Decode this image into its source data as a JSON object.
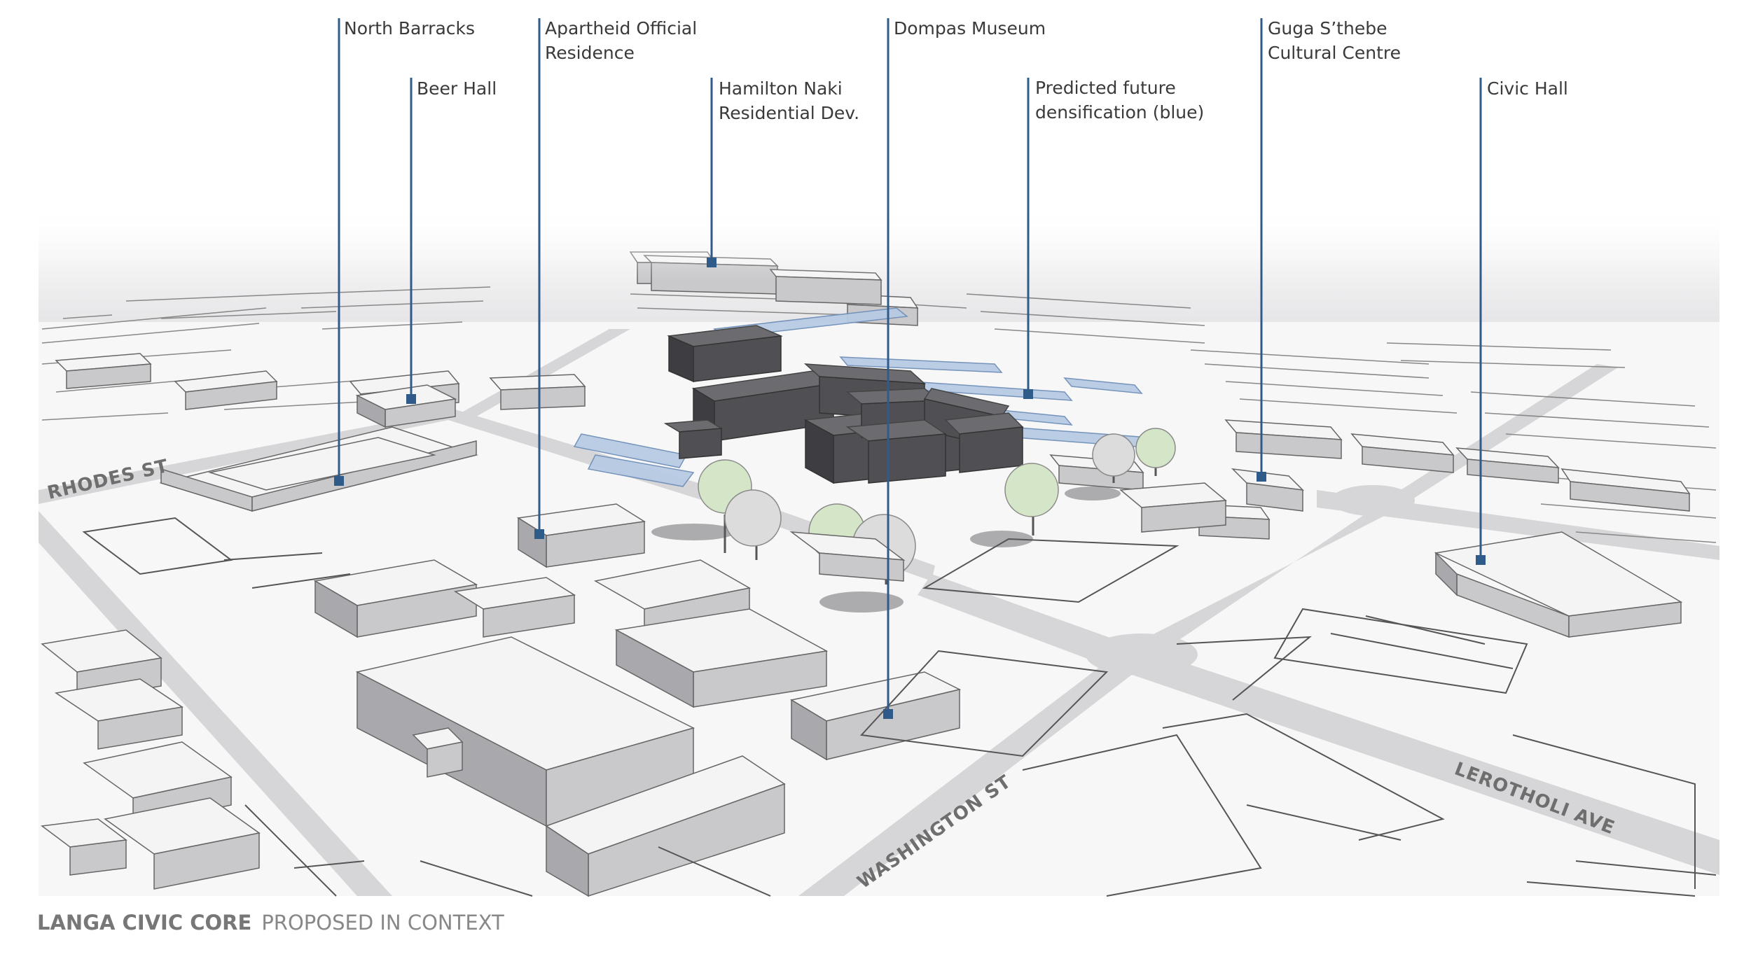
{
  "caption": {
    "title": "LANGA CIVIC CORE",
    "subtitle": "PROPOSED IN CONTEXT"
  },
  "labels": [
    {
      "id": "north-barracks",
      "lines": [
        "North Barracks"
      ]
    },
    {
      "id": "beer-hall",
      "lines": [
        "Beer Hall"
      ]
    },
    {
      "id": "apartheid-official-residence",
      "lines": [
        "Apartheid Official",
        "Residence"
      ]
    },
    {
      "id": "hamilton-naki",
      "lines": [
        "Hamilton Naki",
        "Residential Dev."
      ]
    },
    {
      "id": "dompas-museum",
      "lines": [
        "Dompas Museum"
      ]
    },
    {
      "id": "predicted-densification",
      "lines": [
        "Predicted future",
        "densification (blue)"
      ]
    },
    {
      "id": "guga-sthebe",
      "lines": [
        "Guga S’thebe",
        "Cultural Centre"
      ]
    },
    {
      "id": "civic-hall",
      "lines": [
        "Civic Hall"
      ]
    }
  ],
  "streets": {
    "rhodes": "RHODES ST",
    "washington": "WASHINGTON ST",
    "lerotholi": "LEROTHOLI AVE"
  },
  "colors": {
    "leader": "#2f5b8a",
    "proposed_buildings": "#505054",
    "densification": "#b8cbe4",
    "trees": "#d5e6c8"
  }
}
